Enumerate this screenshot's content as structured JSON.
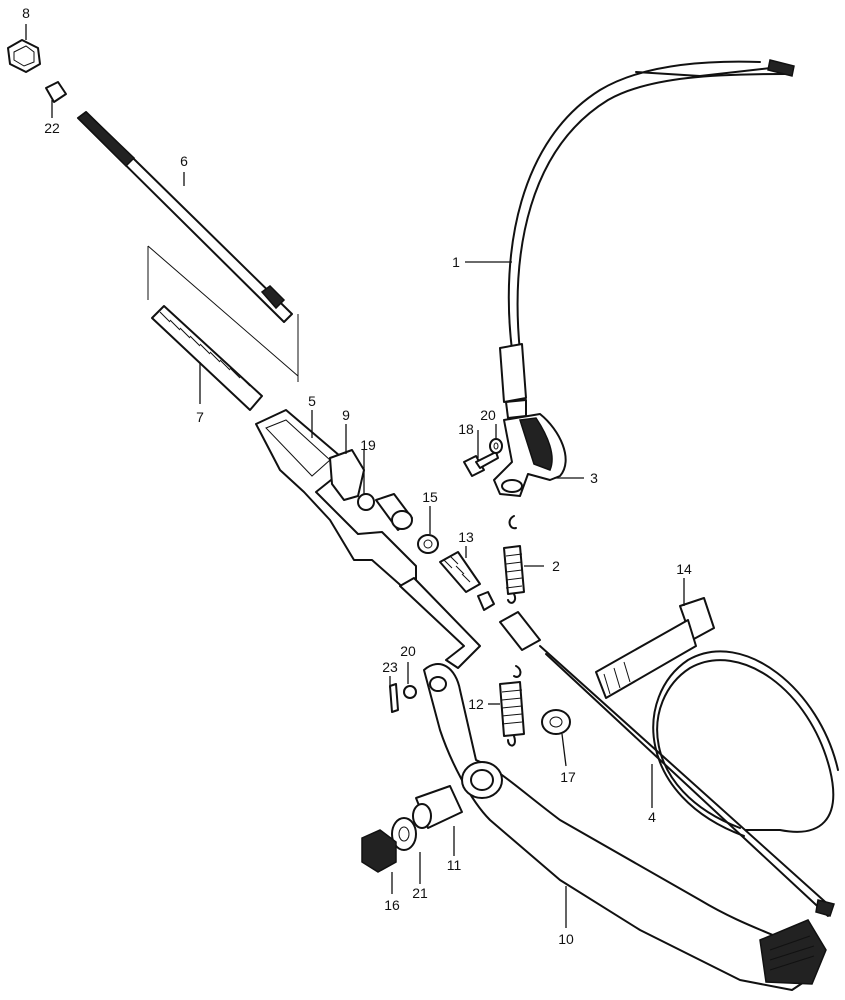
{
  "callouts": [
    "1",
    "2",
    "3",
    "4",
    "5",
    "6",
    "7",
    "8",
    "9",
    "10",
    "11",
    "12",
    "13",
    "14",
    "15",
    "16",
    "17",
    "18",
    "19",
    "20",
    "20",
    "21",
    "22",
    "23"
  ],
  "colors": {
    "ink": "#111111",
    "paper": "#ffffff"
  }
}
